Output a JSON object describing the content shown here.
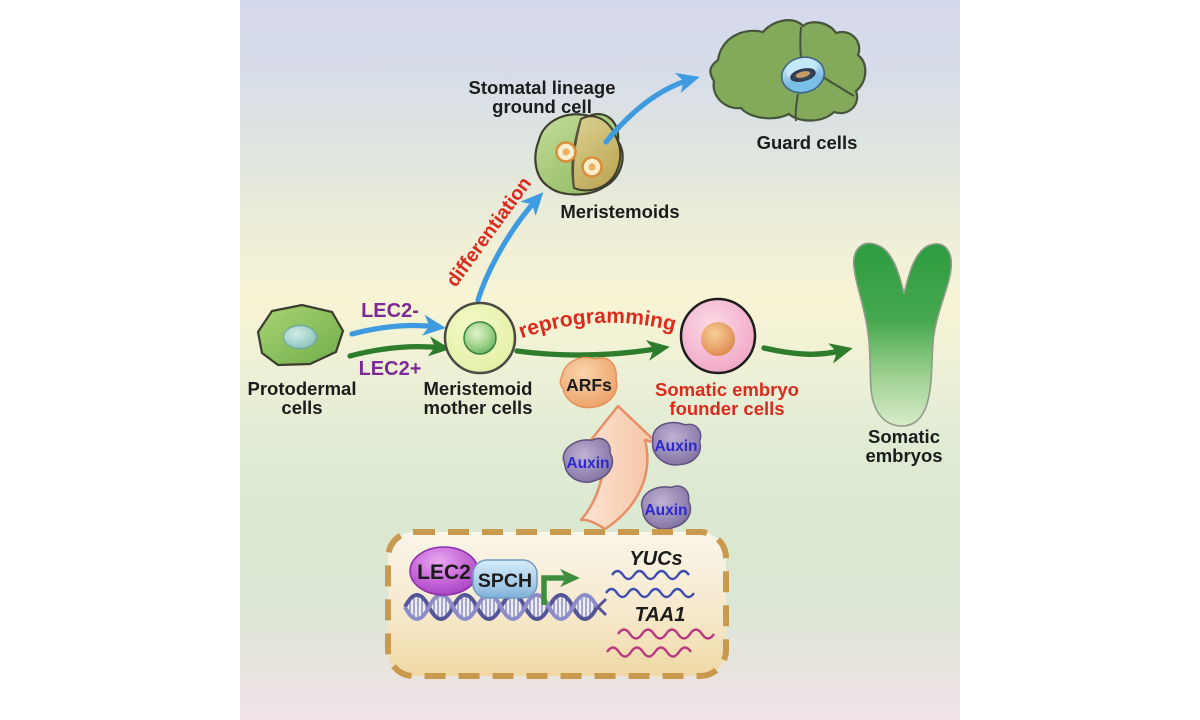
{
  "diagram": {
    "stomatal_branch": {
      "ground_cell_label": {
        "line1": "Stomatal lineage",
        "line2": "ground cell"
      },
      "meristemoids_label": "Meristemoids",
      "guard_cells_label": "Guard cells",
      "differentiation_arrow_label": "differentiation"
    },
    "main_axis": {
      "protodermal_label": {
        "line1": "Protodermal",
        "line2": "cells"
      },
      "lec2_minus_label": "LEC2-",
      "lec2_plus_label": "LEC2+",
      "meristemoid_mother_label": {
        "line1": "Meristemoid",
        "line2": "mother cells"
      },
      "reprogramming_arrow_label": "reprogramming",
      "founder_label": {
        "line1": "Somatic embryo",
        "line2": "founder cells"
      },
      "somatic_embryos_label": {
        "line1": "Somatic",
        "line2": "embryos"
      }
    },
    "auxin_module": {
      "arfs_label": "ARFs",
      "auxin_label": "Auxin"
    },
    "transcription_box": {
      "lec2_label": "LEC2",
      "spch_label": "SPCH",
      "yucs_gene_label": "YUCs",
      "taa1_gene_label": "TAA1"
    },
    "colors": {
      "red_text": "#dd2a1d",
      "purple_text": "#7c2b94",
      "auxin_text": "#2a2ad0",
      "blue_arrow": "#3f9be0",
      "green_arrow": "#2d7d2d",
      "salmon_arrow": "#e78f66",
      "dashed_box_border": "#c9994e",
      "yucs_wave": "#3c4cb0",
      "taa1_wave": "#b83880"
    }
  }
}
